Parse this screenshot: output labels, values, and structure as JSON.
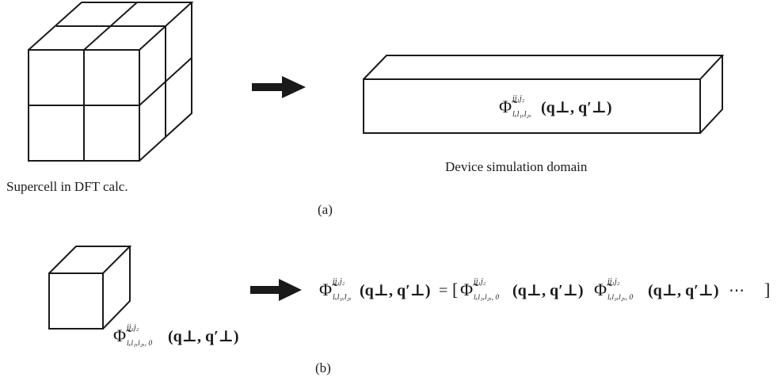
{
  "labels": {
    "supercell": "Supercell in DFT calc.",
    "device_domain": "Device simulation domain",
    "panel_a": "(a)",
    "panel_b": "(b)"
  },
  "math": {
    "phi": "Φ̃",
    "sup": "ij₁j₂",
    "sub_top": "lₓl₁ₓl₂ₓ",
    "sub_zero": "lₓl₁ₓl₂ₓ, 0",
    "args": "(q⊥, q′⊥)",
    "eq": "=",
    "lbracket": "[",
    "ellipsis": "⋯",
    "rbracket": "]"
  }
}
